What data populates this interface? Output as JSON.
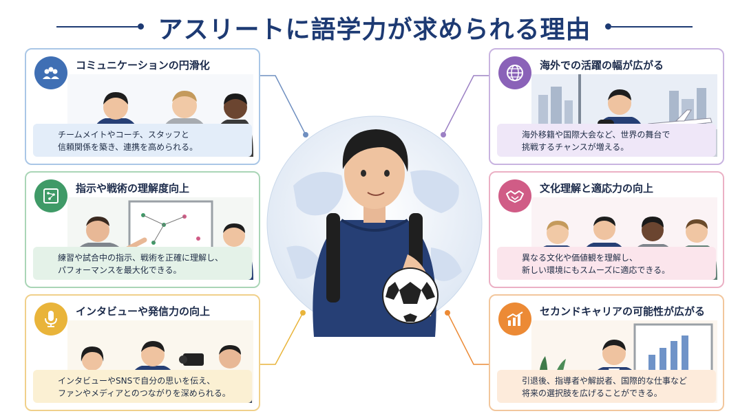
{
  "title": "アスリートに語学力が求められる理由",
  "colors": {
    "title": "#1d3a73",
    "blue": "#3f6fb4",
    "green": "#3f9a67",
    "yellow": "#e9b43a",
    "purple": "#8a62b8",
    "pink": "#d05c86",
    "orange": "#ec8a35"
  },
  "cards": {
    "communication": {
      "icon": "people-chat-icon",
      "title": "コミュニケーションの円滑化",
      "desc_line1": "チームメイトやコーチ、スタッフと",
      "desc_line2": "信頼関係を築き、連携を高められる。"
    },
    "tactics": {
      "icon": "tactics-board-icon",
      "title": "指示や戦術の理解度向上",
      "desc_line1": "練習や試合中の指示、戦術を正確に理解し、",
      "desc_line2": "パフォーマンスを最大化できる。"
    },
    "interview": {
      "icon": "microphone-icon",
      "title": "インタビューや発信力の向上",
      "desc_line1": "インタビューやSNSで自分の思いを伝え、",
      "desc_line2": "ファンやメディアとのつながりを深められる。"
    },
    "overseas": {
      "icon": "globe-icon",
      "title": "海外での活躍の幅が広がる",
      "desc_line1": "海外移籍や国際大会など、世界の舞台で",
      "desc_line2": "挑戦するチャンスが増える。"
    },
    "culture": {
      "icon": "handshake-icon",
      "title": "文化理解と適応力の向上",
      "desc_line1": "異なる文化や価値観を理解し、",
      "desc_line2": "新しい環境にもスムーズに適応できる。"
    },
    "career": {
      "icon": "growth-chart-icon",
      "title": "セカンドキャリアの可能性が広がる",
      "desc_line1": "引退後、指導者や解説者、国際的な仕事など",
      "desc_line2": "将来の選択肢を広げることができる。"
    }
  }
}
